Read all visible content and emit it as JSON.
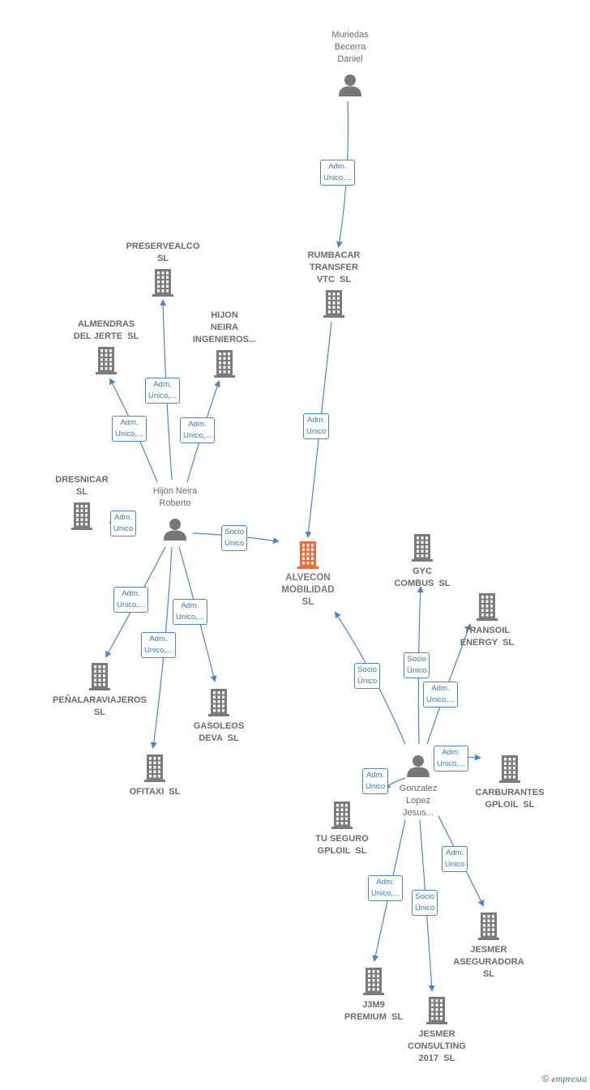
{
  "colors": {
    "company": "#7b7b7b",
    "focus": "#f26a35",
    "person": "#777777",
    "edge": "#4a86d0",
    "text": "#6b6b6b"
  },
  "nodes": [
    {
      "id": "muriedas",
      "kind": "person",
      "name": "Muriedas\nBecerra\nDaniel"
    },
    {
      "id": "rumbacar",
      "kind": "company",
      "name": "RUMBACAR\nTRANSFER\nVTC  SL"
    },
    {
      "id": "alvecon",
      "kind": "focus",
      "name": "ALVECON\nMOBILIDAD\nSL"
    },
    {
      "id": "preservealco",
      "kind": "company",
      "name": "PRESERVEALCO\nSL"
    },
    {
      "id": "almendras",
      "kind": "company",
      "name": "ALMENDRAS\nDEL JERTE  SL"
    },
    {
      "id": "hijonneiraing",
      "kind": "company",
      "name": "HIJON\nNEIRA\nINGENIEROS..."
    },
    {
      "id": "dresnicar",
      "kind": "company",
      "name": "DRESNICAR\nSL"
    },
    {
      "id": "hijon",
      "kind": "person",
      "name": "Hijon Neira\nRoberto"
    },
    {
      "id": "penalara",
      "kind": "company",
      "name": "PEÑALARAVIAJEROS\nSL"
    },
    {
      "id": "gasoleos",
      "kind": "company",
      "name": "GASOLEOS\nDEVA  SL"
    },
    {
      "id": "ofitaxi",
      "kind": "company",
      "name": "OFITAXI  SL"
    },
    {
      "id": "gyc",
      "kind": "company",
      "name": "GYC\nCOMBUS  SL"
    },
    {
      "id": "transoil",
      "kind": "company",
      "name": "TRANSOIL\nENERGY  SL"
    },
    {
      "id": "carburantes",
      "kind": "company",
      "name": "CARBURANTES\nGPLOIL  SL"
    },
    {
      "id": "gonzalez",
      "kind": "person",
      "name": "Gonzalez\nLopez\nJesus..."
    },
    {
      "id": "tuseguro",
      "kind": "company",
      "name": "TU SEGURO\nGPLOIL  SL"
    },
    {
      "id": "jesmerase",
      "kind": "company",
      "name": "JESMER\nASEGURADORA\nSL"
    },
    {
      "id": "j3m9",
      "kind": "company",
      "name": "J3M9\nPREMIUM  SL"
    },
    {
      "id": "jesmercons",
      "kind": "company",
      "name": "JESMER\nCONSULTING\n2017  SL"
    }
  ],
  "edges": [
    {
      "from": "muriedas",
      "to": "rumbacar",
      "label": "Adm.\nUnico,..."
    },
    {
      "from": "rumbacar",
      "to": "alvecon",
      "label": "Adm.\nUnico"
    },
    {
      "from": "hijon",
      "to": "preservealco",
      "label": "Adm.\nUnico,..."
    },
    {
      "from": "hijon",
      "to": "almendras",
      "label": "Adm.\nUnico,..."
    },
    {
      "from": "hijon",
      "to": "hijonneiraing",
      "label": "Adm.\nUnico,..."
    },
    {
      "from": "hijon",
      "to": "dresnicar",
      "label": "Adm.\nUnico"
    },
    {
      "from": "hijon",
      "to": "alvecon",
      "label": "Socio\nÚnico"
    },
    {
      "from": "hijon",
      "to": "penalara",
      "label": "Adm.\nUnico,..."
    },
    {
      "from": "hijon",
      "to": "gasoleos",
      "label": "Adm.\nUnico,..."
    },
    {
      "from": "hijon",
      "to": "ofitaxi",
      "label": "Adm.\nUnico,..."
    },
    {
      "from": "gonzalez",
      "to": "alvecon",
      "label": "Socio\nÚnico"
    },
    {
      "from": "gonzalez",
      "to": "gyc",
      "label": "Socio\nÚnico"
    },
    {
      "from": "gonzalez",
      "to": "transoil",
      "label": "Adm.\nUnico,..."
    },
    {
      "from": "gonzalez",
      "to": "carburantes",
      "label": "Adm.\nUnico,..."
    },
    {
      "from": "gonzalez",
      "to": "tuseguro",
      "label": "Adm.\nUnico"
    },
    {
      "from": "gonzalez",
      "to": "jesmerase",
      "label": "Adm.\nUnico"
    },
    {
      "from": "gonzalez",
      "to": "j3m9",
      "label": "Adm.\nUnico,..."
    },
    {
      "from": "gonzalez",
      "to": "jesmercons",
      "label": "Socio\nÚnico"
    }
  ],
  "footer": {
    "copyright": "©",
    "brand_initial": "e",
    "brand_rest": "mpresia"
  }
}
